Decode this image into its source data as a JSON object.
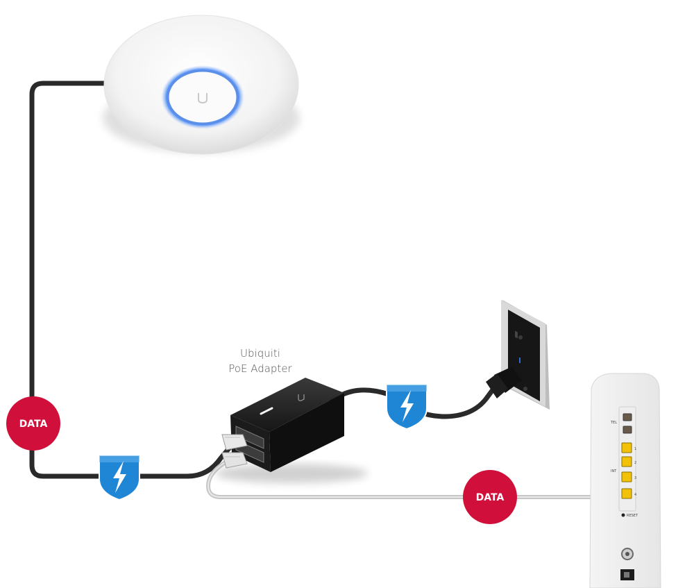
{
  "adapter_caption": {
    "line1": "Ubiquiti",
    "line2": "PoE Adapter"
  },
  "badges": {
    "data_left": "DATA",
    "data_bottom": "DATA"
  },
  "modem_labels": {
    "tel": "TEL",
    "int": "INT",
    "reset": "RESET",
    "port_1": "1",
    "port_2": "2",
    "port_3": "3",
    "port_4": "4"
  },
  "colors": {
    "data_badge": "#d0103a",
    "power_shield": "#1f86d6",
    "poe_cable": "#2a2a2a",
    "data_cable": "#c6c6c6",
    "ap_ring": "#3a7df0"
  },
  "icons": {
    "power_shield_left": "lightning-shield-icon",
    "power_shield_right": "lightning-shield-icon"
  }
}
